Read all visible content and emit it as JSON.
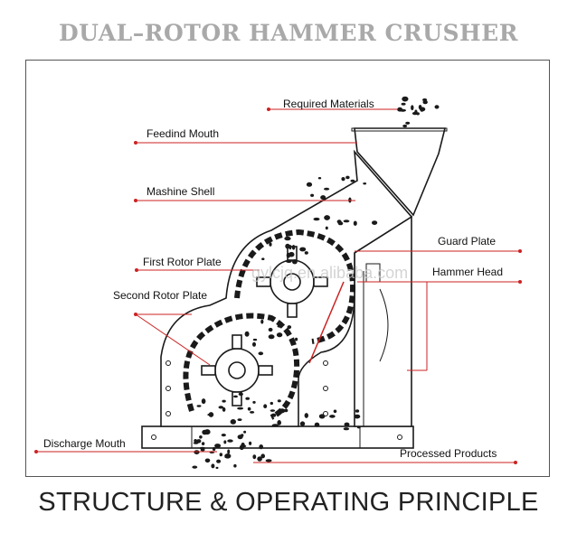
{
  "title": "DUAL–ROTOR HAMMER CRUSHER",
  "subtitle": "STRUCTURE & OPERATING PRINCIPLE",
  "watermark": "gylcjq.en.alibaba.com",
  "labels": {
    "required_materials": "Required Materials",
    "feeding_mouth": "Feedind Mouth",
    "machine_shell": "Mashine Shell",
    "first_rotor_plate": "First Rotor Plate",
    "second_rotor_plate": "Second Rotor Plate",
    "guard_plate": "Guard Plate",
    "hammer_head": "Hammer Head",
    "discharge_mouth": "Discharge Mouth",
    "processed_products": "Processed Products"
  },
  "colors": {
    "title": "#a9a9a9",
    "leader_line": "#cc2222",
    "outline": "#1a1a1a"
  }
}
